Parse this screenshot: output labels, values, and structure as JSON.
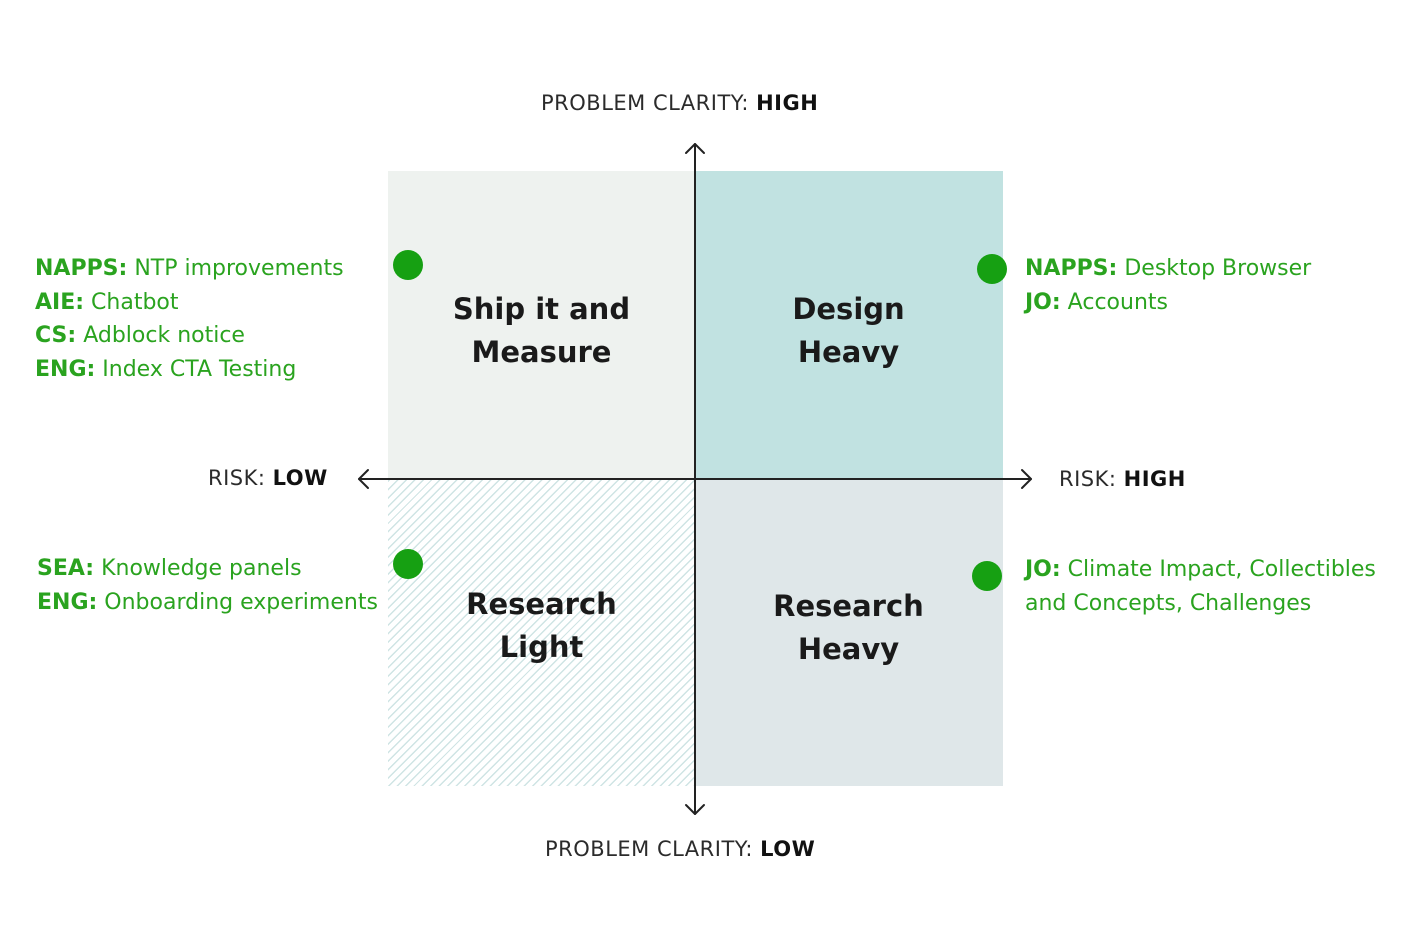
{
  "axes": {
    "top": {
      "prefix": "PROBLEM CLARITY: ",
      "value": "HIGH"
    },
    "bottom": {
      "prefix": "PROBLEM CLARITY: ",
      "value": "LOW"
    },
    "left": {
      "prefix": "RISK: ",
      "value": "LOW"
    },
    "right": {
      "prefix": "RISK: ",
      "value": "HIGH"
    }
  },
  "quadrants": {
    "top_left": {
      "lines": [
        "Ship it and",
        "Measure"
      ]
    },
    "top_right": {
      "lines": [
        "Design",
        "Heavy"
      ]
    },
    "bottom_left": {
      "lines": [
        "Research",
        "Light"
      ]
    },
    "bottom_right": {
      "lines": [
        "Research",
        "Heavy"
      ]
    }
  },
  "projects": {
    "top_left": [
      {
        "team": "NAPPS:",
        "name": " NTP improvements"
      },
      {
        "team": "AIE:",
        "name": " Chatbot"
      },
      {
        "team": "CS:",
        "name": " Adblock notice"
      },
      {
        "team": "ENG:",
        "name": " Index CTA Testing"
      }
    ],
    "top_right": [
      {
        "team": "NAPPS:",
        "name": " Desktop Browser"
      },
      {
        "team": "JO:",
        "name": " Accounts"
      }
    ],
    "bottom_left": [
      {
        "team": "SEA:",
        "name": " Knowledge panels"
      },
      {
        "team": "ENG:",
        "name": " Onboarding experiments"
      }
    ],
    "bottom_right": [
      {
        "team": "JO:",
        "name": " Climate Impact, Collectibles"
      },
      {
        "team": "",
        "name": "and Concepts, Challenges"
      }
    ]
  },
  "colors": {
    "project_text": "#2aa31f",
    "marker": "#16a012",
    "ship_it": "#eef2ef",
    "design_heavy": "#c1e2e1",
    "research_heavy": "#dfe7e9"
  }
}
